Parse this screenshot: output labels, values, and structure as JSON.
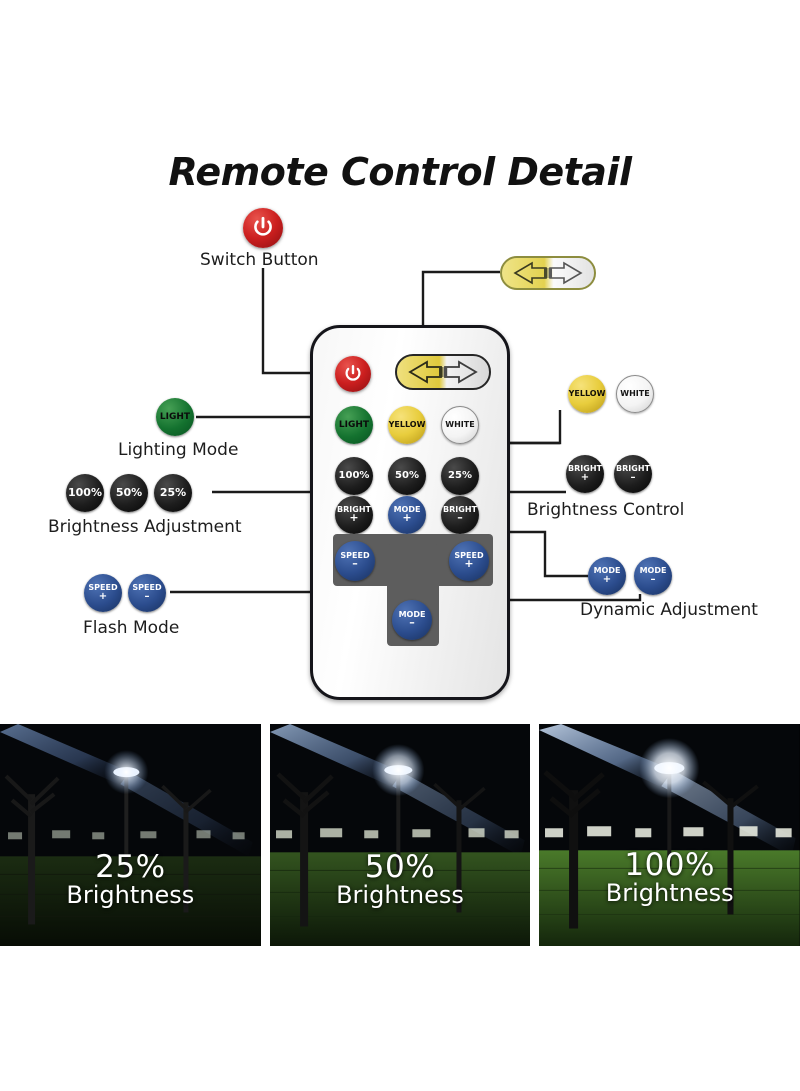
{
  "title": "Remote Control Detail",
  "callouts": [
    {
      "id": "switch-button",
      "label": "Switch Button",
      "keys": [
        {
          "text": "power-icon",
          "sub": "",
          "style": "red"
        }
      ]
    },
    {
      "id": "lighting-mode",
      "label": "Lighting Mode",
      "keys": [
        {
          "text": "LIGHT",
          "sub": "",
          "style": "green"
        }
      ]
    },
    {
      "id": "brightness-adjustment",
      "label": "Brightness Adjustment",
      "keys": [
        {
          "text": "100%",
          "sub": "",
          "style": "dark"
        },
        {
          "text": "50%",
          "sub": "",
          "style": "dark"
        },
        {
          "text": "25%",
          "sub": "",
          "style": "dark"
        }
      ]
    },
    {
      "id": "flash-mode",
      "label": "Flash Mode",
      "keys": [
        {
          "text": "SPEED",
          "sub": "+",
          "style": "blue"
        },
        {
          "text": "SPEED",
          "sub": "–",
          "style": "blue"
        }
      ]
    },
    {
      "id": "color-mode",
      "label": "",
      "keys": [
        {
          "text": "YELLOW",
          "sub": "",
          "style": "yellow"
        },
        {
          "text": "WHITE",
          "sub": "",
          "style": "white"
        }
      ]
    },
    {
      "id": "brightness-control",
      "label": "Brightness Control",
      "keys": [
        {
          "text": "BRIGHT",
          "sub": "+",
          "style": "dark"
        },
        {
          "text": "BRIGHT",
          "sub": "–",
          "style": "dark"
        }
      ]
    },
    {
      "id": "dynamic-adjustment",
      "label": "Dynamic Adjustment",
      "keys": [
        {
          "text": "MODE",
          "sub": "+",
          "style": "blue"
        },
        {
          "text": "MODE",
          "sub": "–",
          "style": "blue"
        }
      ]
    },
    {
      "id": "rocker",
      "label": "",
      "keys": []
    }
  ],
  "labels": {
    "switch_button": "Switch Button",
    "lighting_mode": "Lighting Mode",
    "brightness_adjustment": "Brightness Adjustment",
    "flash_mode": "Flash Mode",
    "brightness_control": "Brightness Control",
    "dynamic_adjustment": "Dynamic Adjustment"
  },
  "chips": {
    "light": "LIGHT",
    "p100": "100%",
    "p50": "50%",
    "p25": "25%",
    "yellow": "YELLOW",
    "white": "WHITE",
    "speed": "SPEED",
    "bright": "BRIGHT",
    "mode": "MODE",
    "plus": "+",
    "minus": "–"
  },
  "remote_keys": {
    "power": "⏻",
    "light": "LIGHT",
    "yellow": "YELLOW",
    "white": "WHITE",
    "p100": "100%",
    "p50": "50%",
    "p25": "25%",
    "bright": "BRIGHT",
    "mode": "MODE",
    "speed": "SPEED",
    "plus": "+",
    "minus": "–"
  },
  "photos": [
    {
      "percent": "25%",
      "caption": "Brightness",
      "level": 25
    },
    {
      "percent": "50%",
      "caption": "Brightness",
      "level": 50
    },
    {
      "percent": "100%",
      "caption": "Brightness",
      "level": 100
    }
  ],
  "colors": {
    "power_red": "#cc1f1f",
    "light_green": "#14722f",
    "yellow": "#e8cd3d",
    "white": "#ffffff",
    "dark_key": "#1d1d1d",
    "blue_key": "#2b4c8d",
    "body": "#f4f4f4",
    "outline": "#15151a",
    "leader_line": "#1b1b1b",
    "text": "#1d1d1d"
  }
}
